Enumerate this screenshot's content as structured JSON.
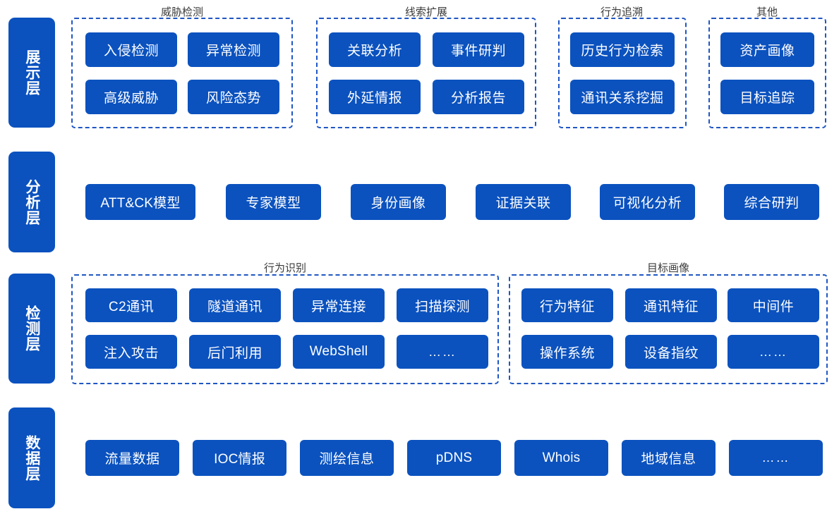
{
  "colors": {
    "chip_fill": "#0B52BF",
    "dashed_border": "#1F56C3",
    "group_title_text": "#3B3B3B",
    "chip_text": "#FFFFFF",
    "background": "#FFFFFF"
  },
  "layers": [
    {
      "id": "presentation",
      "label": "展示层",
      "groups": [
        {
          "title": "威胁检测",
          "items": [
            "入侵检测",
            "异常检测",
            "高级威胁",
            "风险态势"
          ]
        },
        {
          "title": "线索扩展",
          "items": [
            "关联分析",
            "事件研判",
            "外延情报",
            "分析报告"
          ]
        },
        {
          "title": "行为追溯",
          "items": [
            "历史行为检索",
            "通讯关系挖掘"
          ]
        },
        {
          "title": "其他",
          "items": [
            "资产画像",
            "目标追踪"
          ]
        }
      ]
    },
    {
      "id": "analysis",
      "label": "分析层",
      "groups": [],
      "items": [
        "ATT&CK模型",
        "专家模型",
        "身份画像",
        "证据关联",
        "可视化分析",
        "综合研判"
      ]
    },
    {
      "id": "detection",
      "label": "检测层",
      "groups": [
        {
          "title": "行为识别",
          "items": [
            "C2通讯",
            "隧道通讯",
            "异常连接",
            "扫描探测",
            "注入攻击",
            "后门利用",
            "WebShell",
            "……"
          ]
        },
        {
          "title": "目标画像",
          "items": [
            "行为特征",
            "通讯特征",
            "中间件",
            "操作系统",
            "设备指纹",
            "……"
          ]
        }
      ]
    },
    {
      "id": "data",
      "label": "数据层",
      "groups": [],
      "items": [
        "流量数据",
        "IOC情报",
        "测绘信息",
        "pDNS",
        "Whois",
        "地域信息",
        "……"
      ]
    }
  ]
}
